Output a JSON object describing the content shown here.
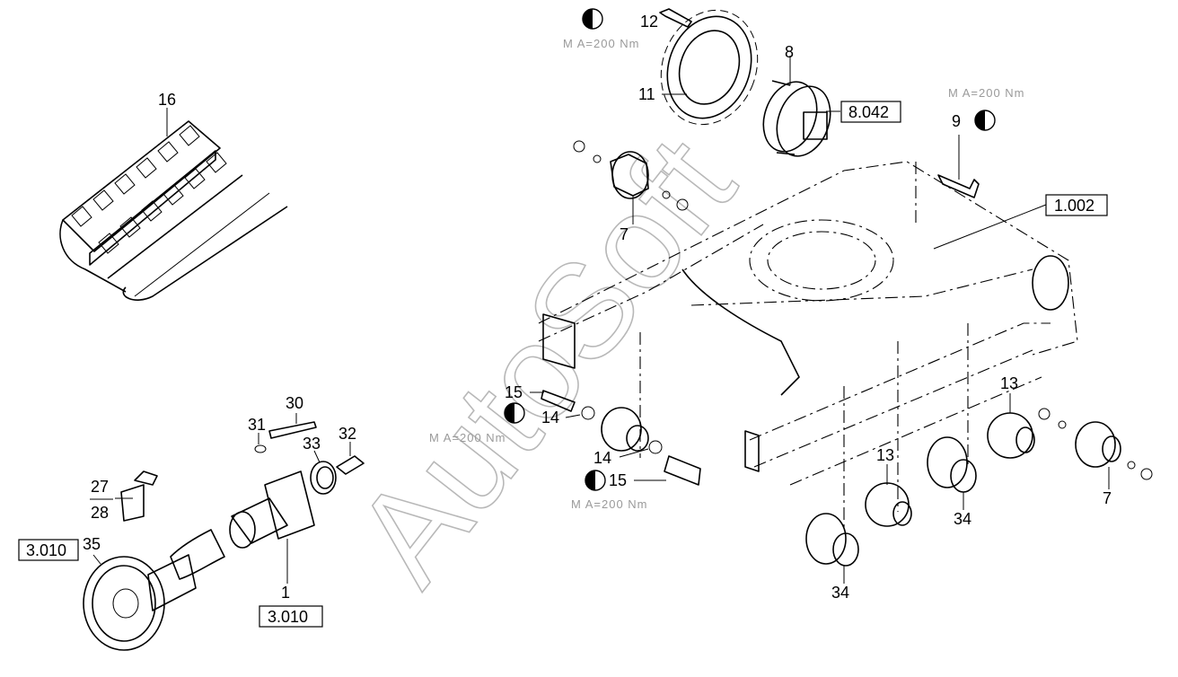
{
  "watermark": "AutoSoft",
  "torque_notes": [
    "M A=200 Nm",
    "M A=200 Nm",
    "M A=200 Nm",
    "M A=200 Nm"
  ],
  "part_labels": {
    "p16": "16",
    "p12": "12",
    "p8": "8",
    "p11": "11",
    "p9": "9",
    "p7a": "7",
    "p7b": "7",
    "p13a": "13",
    "p13b": "13",
    "p34a": "34",
    "p34b": "34",
    "p15a": "15",
    "p15b": "15",
    "p14a": "14",
    "p14b": "14",
    "p30": "30",
    "p31": "31",
    "p32": "32",
    "p33": "33",
    "p27": "27",
    "p28": "28",
    "p35": "35",
    "p1": "1"
  },
  "references": {
    "r8042": "8.042",
    "r1002": "1.002",
    "r3010a": "3.010",
    "r3010b": "3.010"
  },
  "icons": [
    "half-circle-torque-icon",
    "half-circle-torque-icon",
    "half-circle-torque-icon",
    "half-circle-torque-icon"
  ]
}
